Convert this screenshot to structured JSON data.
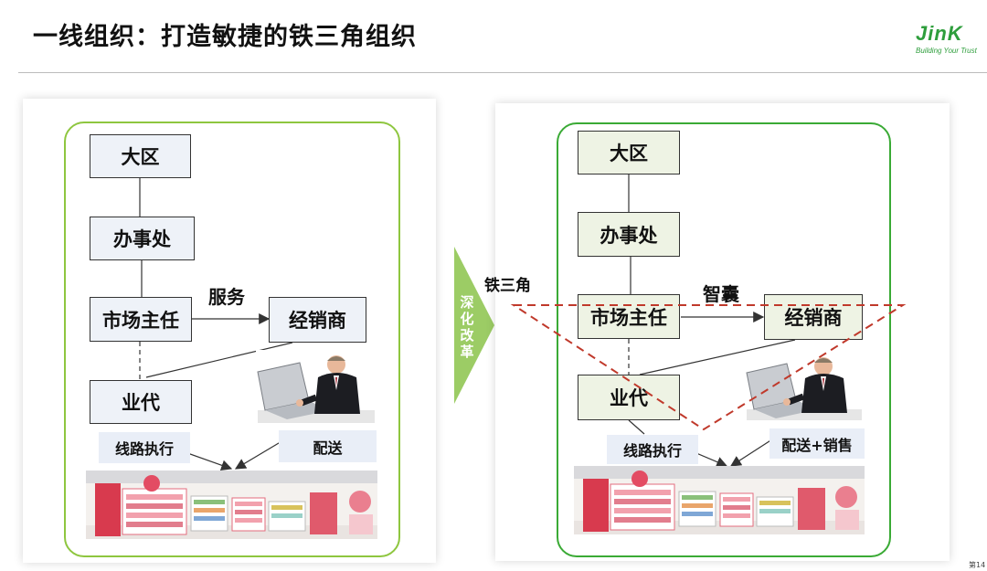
{
  "title": "一线组织：打造敏捷的铁三角组织",
  "logo": {
    "brand": "JinK",
    "tagline": "Building Your Trust"
  },
  "transition": {
    "label": "深化改革"
  },
  "left": {
    "boxes": {
      "region": "大区",
      "office": "办事处",
      "market_director": "市场主任",
      "distributor": "经销商",
      "agent": "业代"
    },
    "relation_label": "服务",
    "chips": {
      "route": "线路执行",
      "delivery": "配送"
    }
  },
  "right": {
    "boxes": {
      "region": "大区",
      "office": "办事处",
      "market_director": "市场主任",
      "distributor": "经销商",
      "agent": "业代"
    },
    "relation_label": "智囊",
    "triangle_label": "铁三角",
    "chips": {
      "route": "线路执行",
      "delivery": "配送+销售"
    }
  },
  "page_number": "第14",
  "colors": {
    "left_frame": "#8ec63f",
    "right_frame": "#3aaa35",
    "triangle": "#c0392b",
    "arrow": "#9ccc65"
  }
}
